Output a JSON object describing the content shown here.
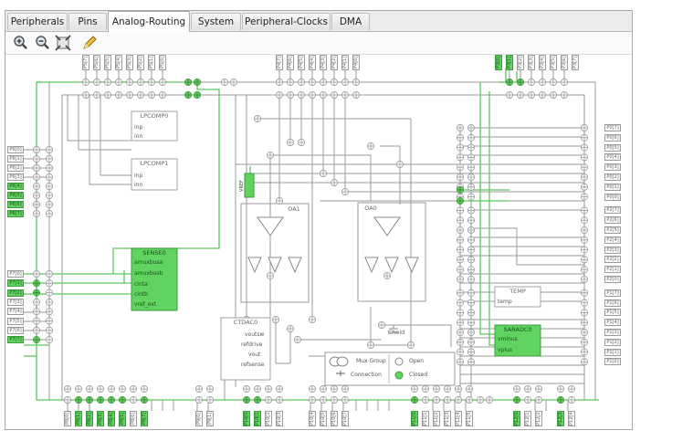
{
  "tabs": [
    {
      "label": "Peripherals",
      "active": false
    },
    {
      "label": "Pins",
      "active": false
    },
    {
      "label": "Analog-Routing",
      "active": true
    },
    {
      "label": "System",
      "active": false
    },
    {
      "label": "Peripheral-Clocks",
      "active": false
    },
    {
      "label": "DMA",
      "active": false
    }
  ],
  "toolbar": {
    "icons": [
      "zoom-in-icon",
      "zoom-out-icon",
      "fit-icon",
      "pencil-icon"
    ]
  },
  "colors": {
    "wire": "#5fc75f",
    "wire_gray": "#9a9a9a",
    "block_fill": "#61d361",
    "pin_on": "#61d361"
  },
  "blocks": {
    "lpcomp0": {
      "title": "LPCOMP0",
      "ports": [
        "inp",
        "inn"
      ]
    },
    "lpcomp1": {
      "title": "LPCOMP1",
      "ports": [
        "inp",
        "inn"
      ]
    },
    "sense0": {
      "title": "SENSE0",
      "ports": [
        "amuxbusa",
        "amuxbusb",
        "cinta",
        "cintb",
        "vref_ext"
      ]
    },
    "ctdac0": {
      "title": "CTDAC0",
      "ports": [
        "voutsw",
        "refdrive",
        "vout",
        "refsense"
      ]
    },
    "temp": {
      "title": "TEMP",
      "ports": [
        "temp"
      ]
    },
    "saradc0": {
      "title": "SARADC0",
      "ports": [
        "vminus",
        "vplus"
      ]
    },
    "oa1": "OA1",
    "oa0": "OA0",
    "vref": "VREF",
    "chold": "Chold"
  },
  "legend": {
    "mux_group": "Mux Group",
    "connection": "Connection",
    "open": "Open",
    "closed": "Closed"
  },
  "left_pins_a": [
    {
      "label": "P6[0]",
      "on": false
    },
    {
      "label": "P6[1]",
      "on": false
    },
    {
      "label": "P6[2]",
      "on": false
    },
    {
      "label": "P6[3]",
      "on": false
    },
    {
      "label": "P6[4]",
      "on": true
    },
    {
      "label": "P6[5]",
      "on": true
    },
    {
      "label": "P6[6]",
      "on": true
    },
    {
      "label": "P6[7]",
      "on": true
    }
  ],
  "left_pins_b": [
    {
      "label": "P7[0]",
      "on": false
    },
    {
      "label": "P7[1]",
      "on": true
    },
    {
      "label": "P7[2]",
      "on": true
    },
    {
      "label": "P7[3]",
      "on": false
    },
    {
      "label": "P7[4]",
      "on": false
    },
    {
      "label": "P7[5]",
      "on": false
    },
    {
      "label": "P7[6]",
      "on": false
    },
    {
      "label": "P7[7]",
      "on": true
    }
  ],
  "right_pins": [
    {
      "label": "P0[7]",
      "on": false
    },
    {
      "label": "P0[6]",
      "on": false
    },
    {
      "label": "P0[5]",
      "on": false
    },
    {
      "label": "P0[4]",
      "on": false
    },
    {
      "label": "P0[3]",
      "on": false
    },
    {
      "label": "P0[2]",
      "on": false
    },
    {
      "label": "P0[1]",
      "on": false
    },
    {
      "label": "P0[0]",
      "on": false
    },
    {
      "label": "P2[7]",
      "on": false
    },
    {
      "label": "P2[6]",
      "on": false
    },
    {
      "label": "P2[5]",
      "on": false
    },
    {
      "label": "P2[4]",
      "on": false
    },
    {
      "label": "P2[3]",
      "on": false
    },
    {
      "label": "P2[2]",
      "on": false
    },
    {
      "label": "P2[1]",
      "on": false
    },
    {
      "label": "P2[0]",
      "on": false
    },
    {
      "label": "P1[7]",
      "on": false
    },
    {
      "label": "P1[6]",
      "on": false
    },
    {
      "label": "P1[5]",
      "on": false
    },
    {
      "label": "P1[4]",
      "on": false
    },
    {
      "label": "P1[3]",
      "on": false
    },
    {
      "label": "P1[2]",
      "on": false
    },
    {
      "label": "P1[1]",
      "on": false
    },
    {
      "label": "P1[0]",
      "on": false
    }
  ],
  "top_pins_left": [
    {
      "label": "P5[7]",
      "on": false
    },
    {
      "label": "P5[6]",
      "on": false
    },
    {
      "label": "P5[5]",
      "on": false
    },
    {
      "label": "P5[4]",
      "on": false
    },
    {
      "label": "P5[3]",
      "on": false
    },
    {
      "label": "P5[2]",
      "on": false
    },
    {
      "label": "P5[1]",
      "on": false
    },
    {
      "label": "P5[0]",
      "on": false
    }
  ],
  "top_pins_mid": [
    {
      "label": "P4[7]",
      "on": false
    },
    {
      "label": "P4[6]",
      "on": false
    },
    {
      "label": "P4[5]",
      "on": false
    },
    {
      "label": "P4[4]",
      "on": false
    },
    {
      "label": "P4[3]",
      "on": false
    },
    {
      "label": "P4[2]",
      "on": false
    },
    {
      "label": "P4[1]",
      "on": false
    },
    {
      "label": "P4[0]",
      "on": false
    }
  ],
  "top_pins_right": [
    {
      "label": "P3[0]",
      "on": true
    },
    {
      "label": "P3[1]",
      "on": true
    },
    {
      "label": "P3[2]",
      "on": false
    },
    {
      "label": "P3[3]",
      "on": false
    },
    {
      "label": "P3[4]",
      "on": false
    },
    {
      "label": "P3[5]",
      "on": false
    },
    {
      "label": "P3[6]",
      "on": false
    },
    {
      "label": "P3[7]",
      "on": false
    }
  ],
  "bottom_pins": [
    {
      "label": "P8[0]",
      "on": false
    },
    {
      "label": "P8[1]",
      "on": true
    },
    {
      "label": "P8[2]",
      "on": true
    },
    {
      "label": "P8[3]",
      "on": true
    },
    {
      "label": "P8[4]",
      "on": true
    },
    {
      "label": "P8[5]",
      "on": true
    },
    {
      "label": "P8[6]",
      "on": false
    },
    {
      "label": "P8[7]",
      "on": true
    },
    {
      "label": "P9[0]",
      "on": false
    },
    {
      "label": "P9[1]",
      "on": false
    },
    {
      "label": "P10[0]",
      "on": true
    },
    {
      "label": "P10[1]",
      "on": true
    },
    {
      "label": "P10[2]",
      "on": false
    },
    {
      "label": "P10[3]",
      "on": false
    },
    {
      "label": "P10[4]",
      "on": false
    },
    {
      "label": "P10[5]",
      "on": false
    },
    {
      "label": "P10[6]",
      "on": false
    },
    {
      "label": "P10[7]",
      "on": false
    },
    {
      "label": "P11[0]",
      "on": true
    },
    {
      "label": "P11[1]",
      "on": false
    },
    {
      "label": "P11[2]",
      "on": false
    },
    {
      "label": "P11[3]",
      "on": false
    },
    {
      "label": "P11[4]",
      "on": false
    },
    {
      "label": "P11[5]",
      "on": false
    },
    {
      "label": "P12[0]",
      "on": true
    },
    {
      "label": "P12[1]",
      "on": false
    },
    {
      "label": "P12[2]",
      "on": false
    },
    {
      "label": "P12[3]",
      "on": true
    },
    {
      "label": "P12[4]",
      "on": false
    }
  ]
}
